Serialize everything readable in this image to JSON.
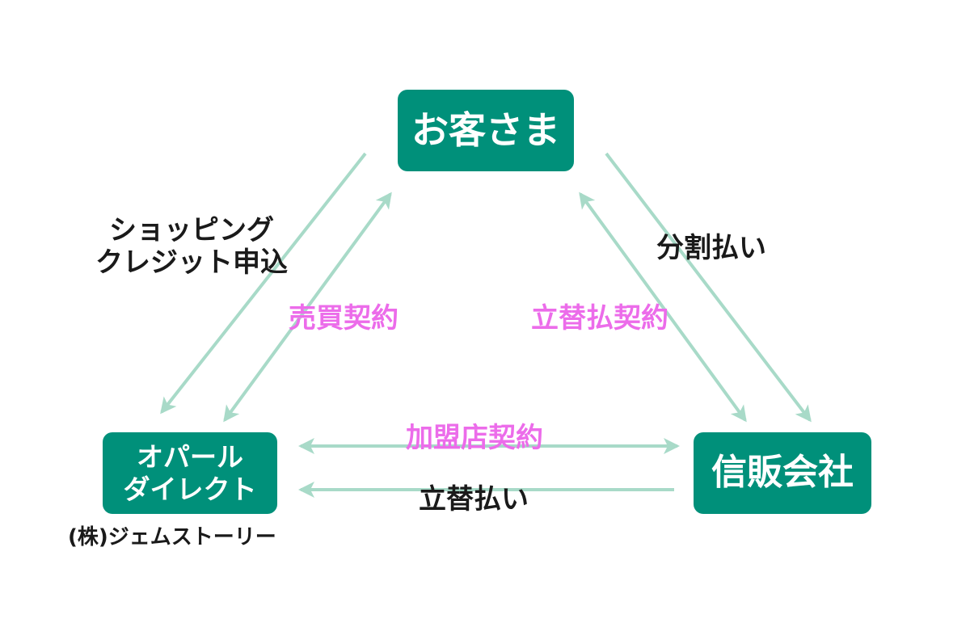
{
  "nodes": {
    "customer": "お客さま",
    "opal_line1": "オパール",
    "opal_line2": "ダイレクト",
    "credit_company": "信販会社",
    "opal_company": "(株)ジェムストーリー"
  },
  "labels": {
    "shopping_line1": "ショッピング",
    "shopping_line2": "クレジット申込",
    "installment": "分割払い",
    "sales_contract": "売買契約",
    "advance_payment_contract": "立替払契約",
    "member_store_contract": "加盟店契約",
    "advance_payment": "立替払い"
  },
  "colors": {
    "box_fill": "#00907a",
    "box_text": "#ffffff",
    "arrow": "#a8dac8",
    "label_black": "#1a1a1a",
    "label_pink": "#ec6cea"
  }
}
